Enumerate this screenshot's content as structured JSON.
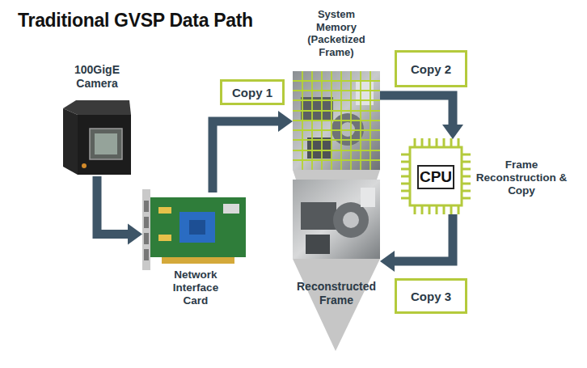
{
  "diagram": {
    "title": "Traditional GVSP Data Path",
    "nodes": [
      {
        "text": [
          "100GigE Camera"
        ]
      },
      {
        "text": [
          "Network Interface Card"
        ]
      },
      {
        "text": [
          "Copy 1"
        ]
      },
      {
        "text": [
          "System Memory (Packetized Frame)"
        ]
      },
      {
        "text": [
          "Copy 2"
        ]
      },
      {
        "text": [
          "CPU",
          "Frame Reconstruction & Copy"
        ]
      },
      {
        "text": [
          "Reconstructed Frame"
        ]
      },
      {
        "text": [
          "Copy 3"
        ]
      }
    ],
    "edges": [
      {
        "from": 0,
        "to": 1,
        "arrow": "to"
      },
      {
        "from": 1,
        "to": 3,
        "arrow": "to"
      },
      {
        "from": 3,
        "to": 5,
        "arrow": "to"
      },
      {
        "from": 5,
        "to": 6,
        "arrow": "to"
      }
    ]
  }
}
